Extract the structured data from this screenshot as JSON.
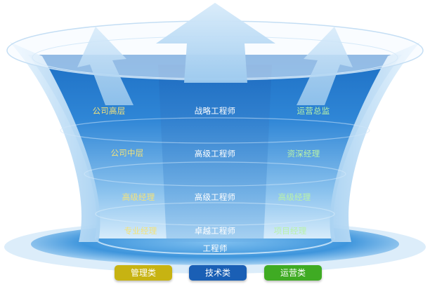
{
  "rows": [
    {
      "left": "公司高层",
      "center": "战略工程师",
      "right": "运营总监"
    },
    {
      "left": "公司中层",
      "center": "高级工程师",
      "right": "资深经理"
    },
    {
      "left": "高级经理",
      "center": "高级工程师",
      "right": "高级经理"
    },
    {
      "left": "专业经理",
      "center": "卓越工程师",
      "right": "项目经理"
    }
  ],
  "base_label": "工程师",
  "categories": [
    {
      "label": "管理类",
      "color": "#c7b312"
    },
    {
      "label": "技术类",
      "color": "#1a5fb5"
    },
    {
      "label": "运营类",
      "color": "#3fab23"
    }
  ]
}
